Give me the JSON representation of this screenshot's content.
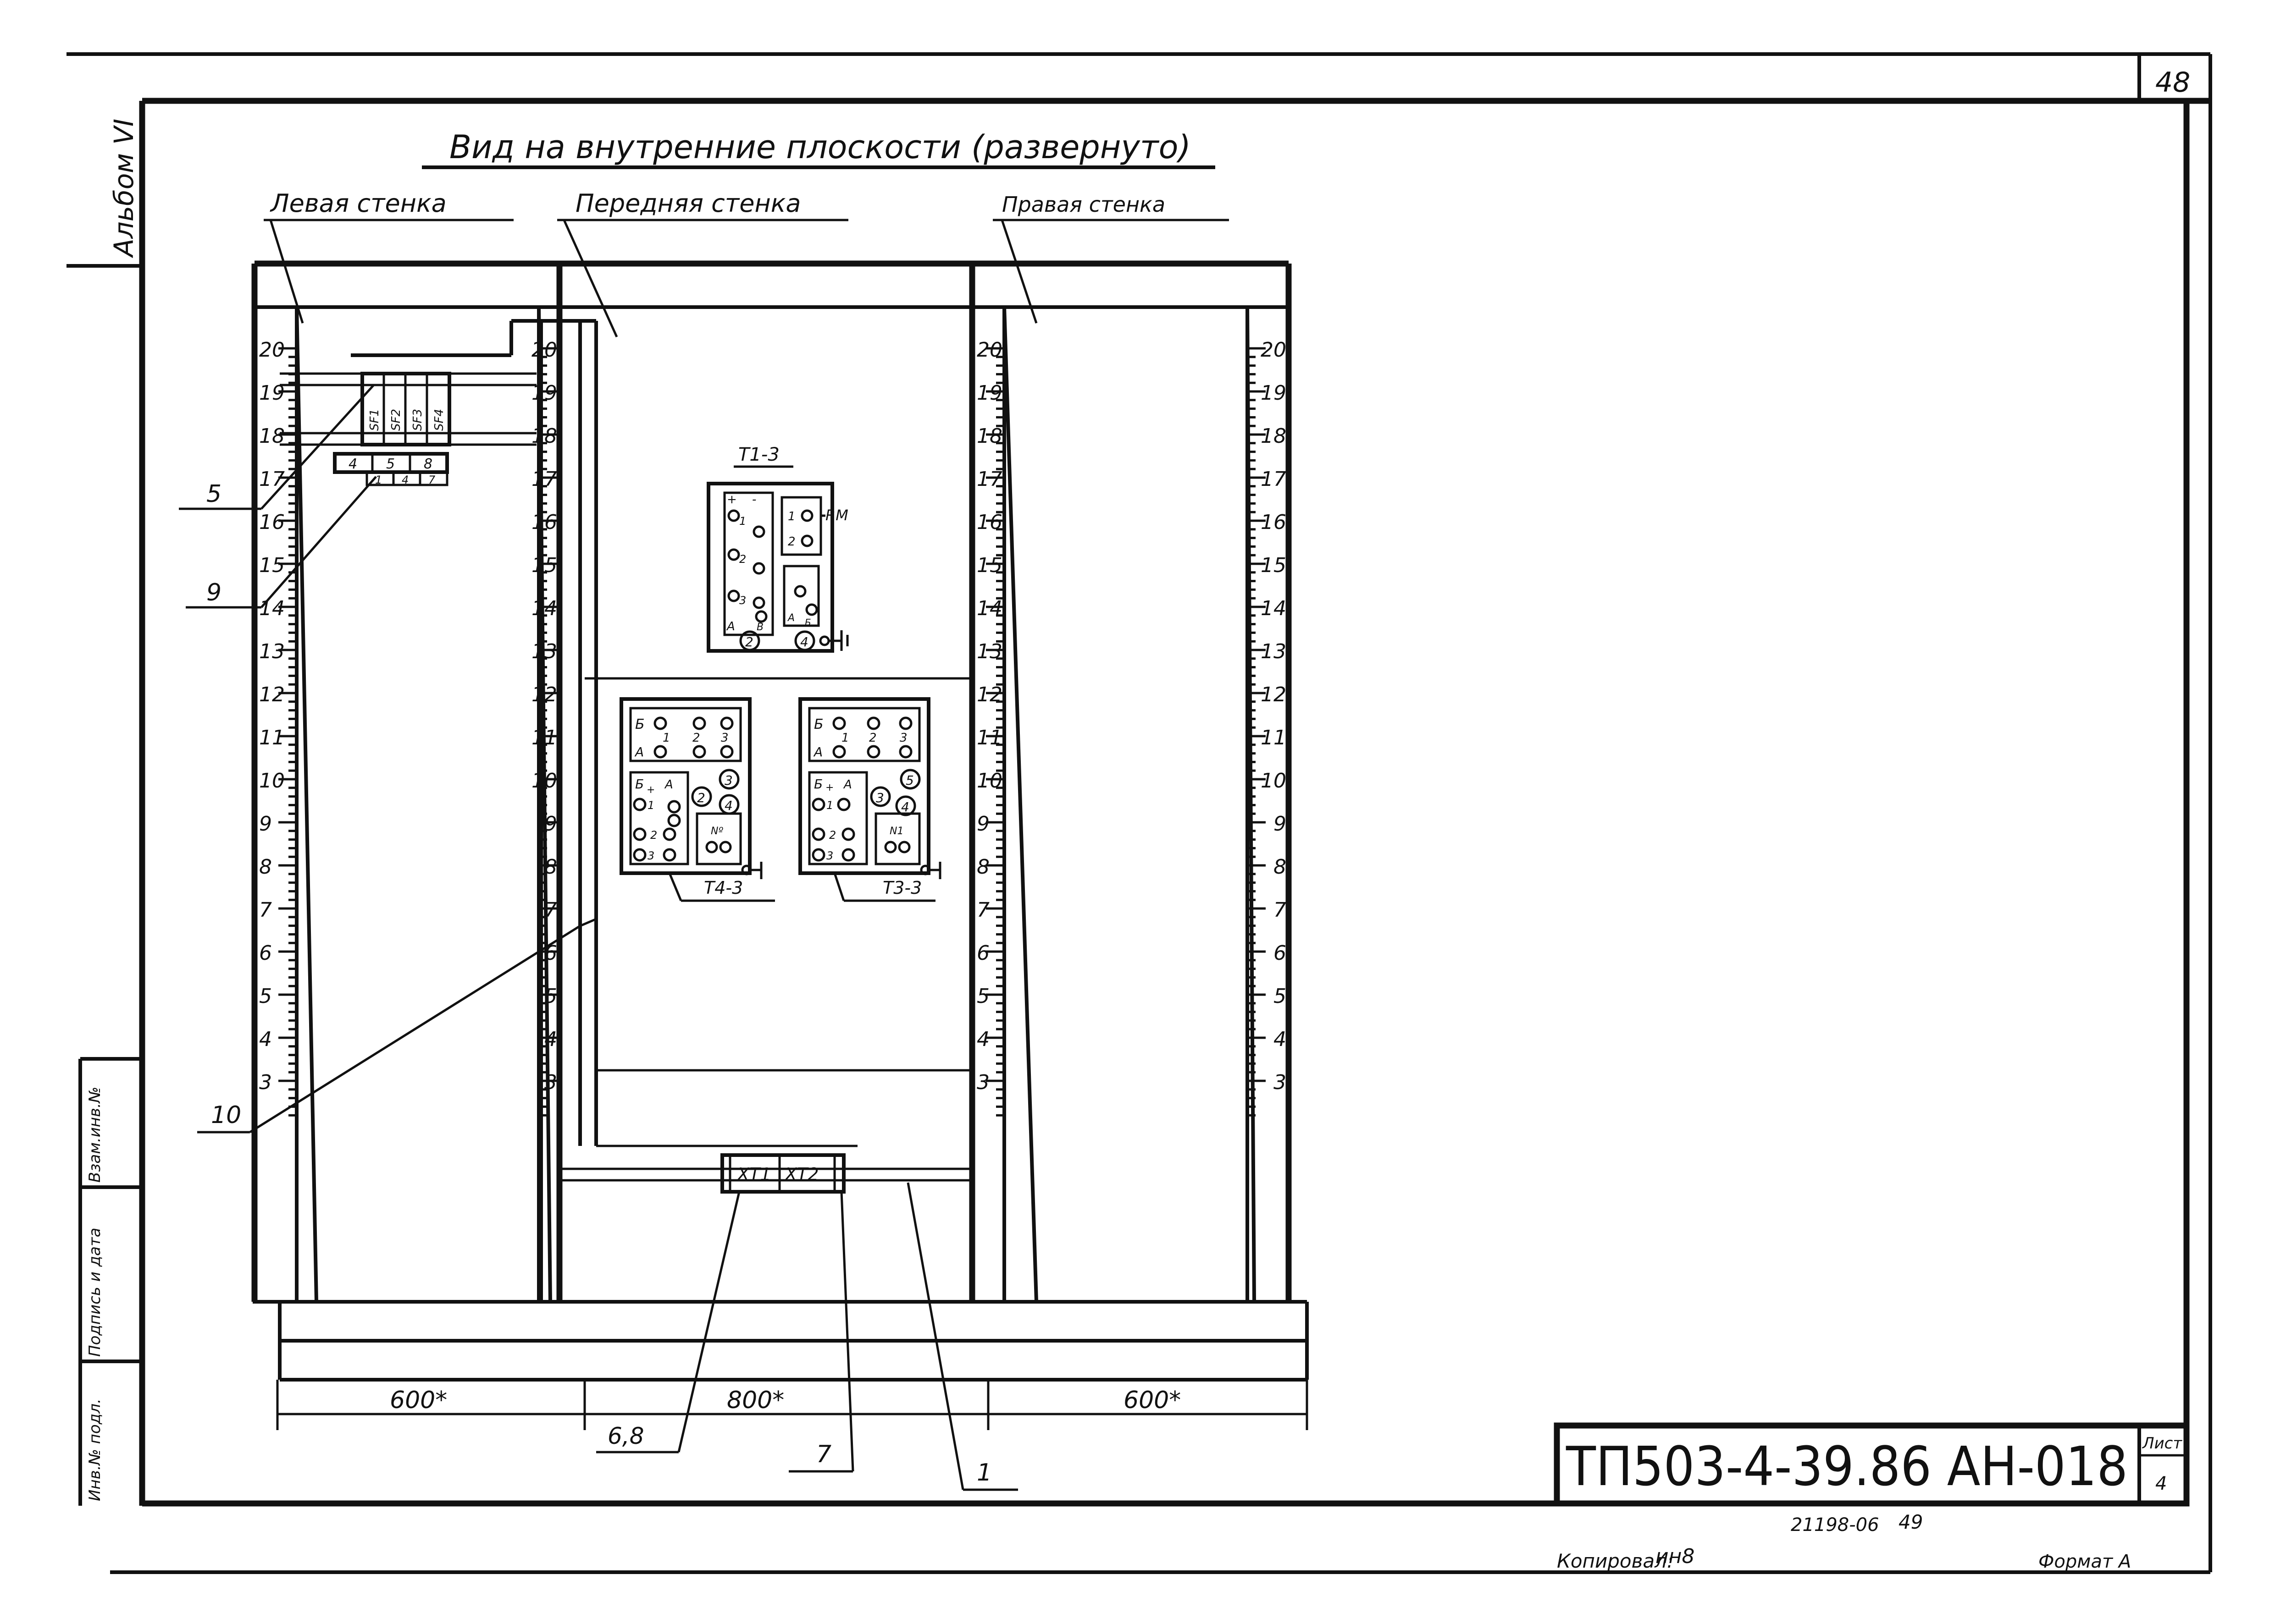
{
  "sheet_number": "48",
  "album_label": "Альбом VI",
  "title": "Вид на внутренние плоскости (развернуто)",
  "walls": {
    "left": "Левая стенка",
    "front": "Передняя стенка",
    "right": "Правая стенка"
  },
  "scale_marks": [
    "20",
    "19",
    "18",
    "17",
    "16",
    "15",
    "14",
    "13",
    "12",
    "11",
    "10",
    "9",
    "8",
    "7",
    "6",
    "5",
    "4",
    "3"
  ],
  "terminal_block": {
    "labels": [
      "SF1",
      "SF2",
      "SF3",
      "SF4"
    ],
    "upper_cells": [
      "4",
      "5",
      "8"
    ],
    "lower_cells": [
      "1",
      "4",
      "7"
    ]
  },
  "devices": {
    "t1": {
      "name": "Т1-3",
      "rm_label": "RM",
      "contacts": [
        "+",
        "-",
        "1",
        "2",
        "3"
      ],
      "sub_contacts": [
        "1",
        "2"
      ],
      "ab": [
        "A",
        "B"
      ],
      "ab_right": [
        "A",
        "Б"
      ],
      "circles": [
        "2",
        "4"
      ]
    },
    "t4": {
      "name": "Т4-3",
      "top_labels": [
        "Б",
        "А",
        "1",
        "2",
        "3"
      ],
      "bottom_labels": [
        "Б",
        "+",
        "А",
        "1",
        "2",
        "3"
      ],
      "circles": [
        "2",
        "3",
        "4"
      ],
      "nm_label": "Nº"
    },
    "t3": {
      "name": "Т3-3",
      "top_labels": [
        "Б",
        "А",
        "1",
        "2",
        "3"
      ],
      "bottom_labels": [
        "Б",
        "+",
        "А",
        "1",
        "2",
        "3"
      ],
      "circles": [
        "3",
        "4",
        "5"
      ],
      "nm_label": "N1"
    }
  },
  "terminals": {
    "xt1": "ХТ1",
    "xt2": "ХТ2"
  },
  "dimensions": {
    "left": "600*",
    "front": "800*",
    "right": "600*"
  },
  "callouts": {
    "c5": "5",
    "c9": "9",
    "c10": "10",
    "c68": "6,8",
    "c7": "7",
    "c1": "1"
  },
  "side_stamp": {
    "cells": [
      "Взам.инв.№",
      "Подпись и дата",
      "Инв.№ подл."
    ]
  },
  "stamp": {
    "doc_code": "ТП503-4-39.86 АН-018",
    "sheet_label": "Лист",
    "sheet_value": "4"
  },
  "bottom": {
    "archive": "21198-06",
    "archive_num": "49",
    "copied": "Копировал:",
    "copied_sign": "ин8",
    "format": "Формат А"
  }
}
